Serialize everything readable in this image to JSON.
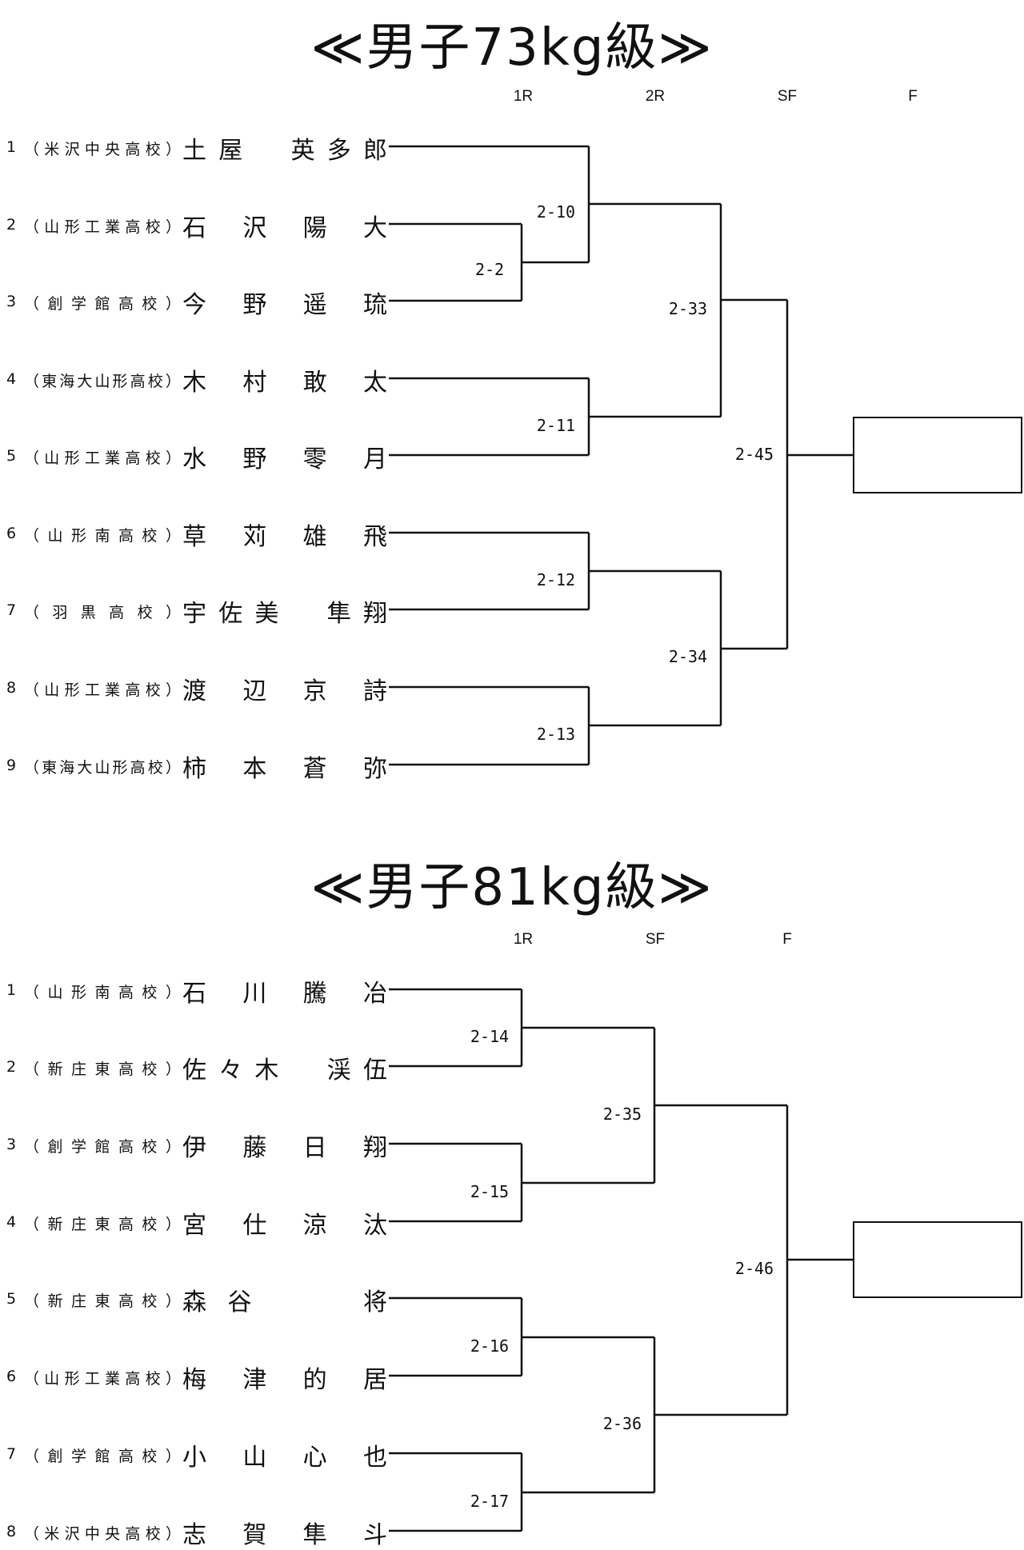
{
  "brackets": [
    {
      "title": "≪男子73kg級≫",
      "rounds": [
        "1R",
        "2R",
        "SF",
        "F"
      ],
      "players": [
        {
          "seed": "1",
          "school": "米沢中央高校",
          "name": "土屋　英多郎"
        },
        {
          "seed": "2",
          "school": "山形工業高校",
          "name": "石沢陽大"
        },
        {
          "seed": "3",
          "school": "創学館高校",
          "name": "今野遥琉"
        },
        {
          "seed": "4",
          "school": "東海大山形高校",
          "name": "木村敢太"
        },
        {
          "seed": "5",
          "school": "山形工業高校",
          "name": "水野零月"
        },
        {
          "seed": "6",
          "school": "山形南高校",
          "name": "草苅雄飛"
        },
        {
          "seed": "7",
          "school": "羽黒高校",
          "name": "宇佐美　隼翔"
        },
        {
          "seed": "8",
          "school": "山形工業高校",
          "name": "渡辺京詩"
        },
        {
          "seed": "9",
          "school": "東海大山形高校",
          "name": "柿本蒼弥"
        }
      ],
      "matches": [
        "2-2",
        "2-10",
        "2-11",
        "2-12",
        "2-13",
        "2-33",
        "2-34",
        "2-45"
      ]
    },
    {
      "title": "≪男子81kg級≫",
      "rounds": [
        "1R",
        "SF",
        "F"
      ],
      "players": [
        {
          "seed": "1",
          "school": "山形南高校",
          "name": "石川騰冶"
        },
        {
          "seed": "2",
          "school": "新庄東高校",
          "name": "佐々木　渓伍"
        },
        {
          "seed": "3",
          "school": "創学館高校",
          "name": "伊藤日翔"
        },
        {
          "seed": "4",
          "school": "新庄東高校",
          "name": "宮仕涼汰"
        },
        {
          "seed": "5",
          "school": "新庄東高校",
          "name": "森谷　　将"
        },
        {
          "seed": "6",
          "school": "山形工業高校",
          "name": "梅津的居"
        },
        {
          "seed": "7",
          "school": "創学館高校",
          "name": "小山心也"
        },
        {
          "seed": "8",
          "school": "米沢中央高校",
          "name": "志賀隼斗"
        }
      ],
      "matches": [
        "2-14",
        "2-15",
        "2-16",
        "2-17",
        "2-35",
        "2-36",
        "2-46"
      ]
    }
  ]
}
